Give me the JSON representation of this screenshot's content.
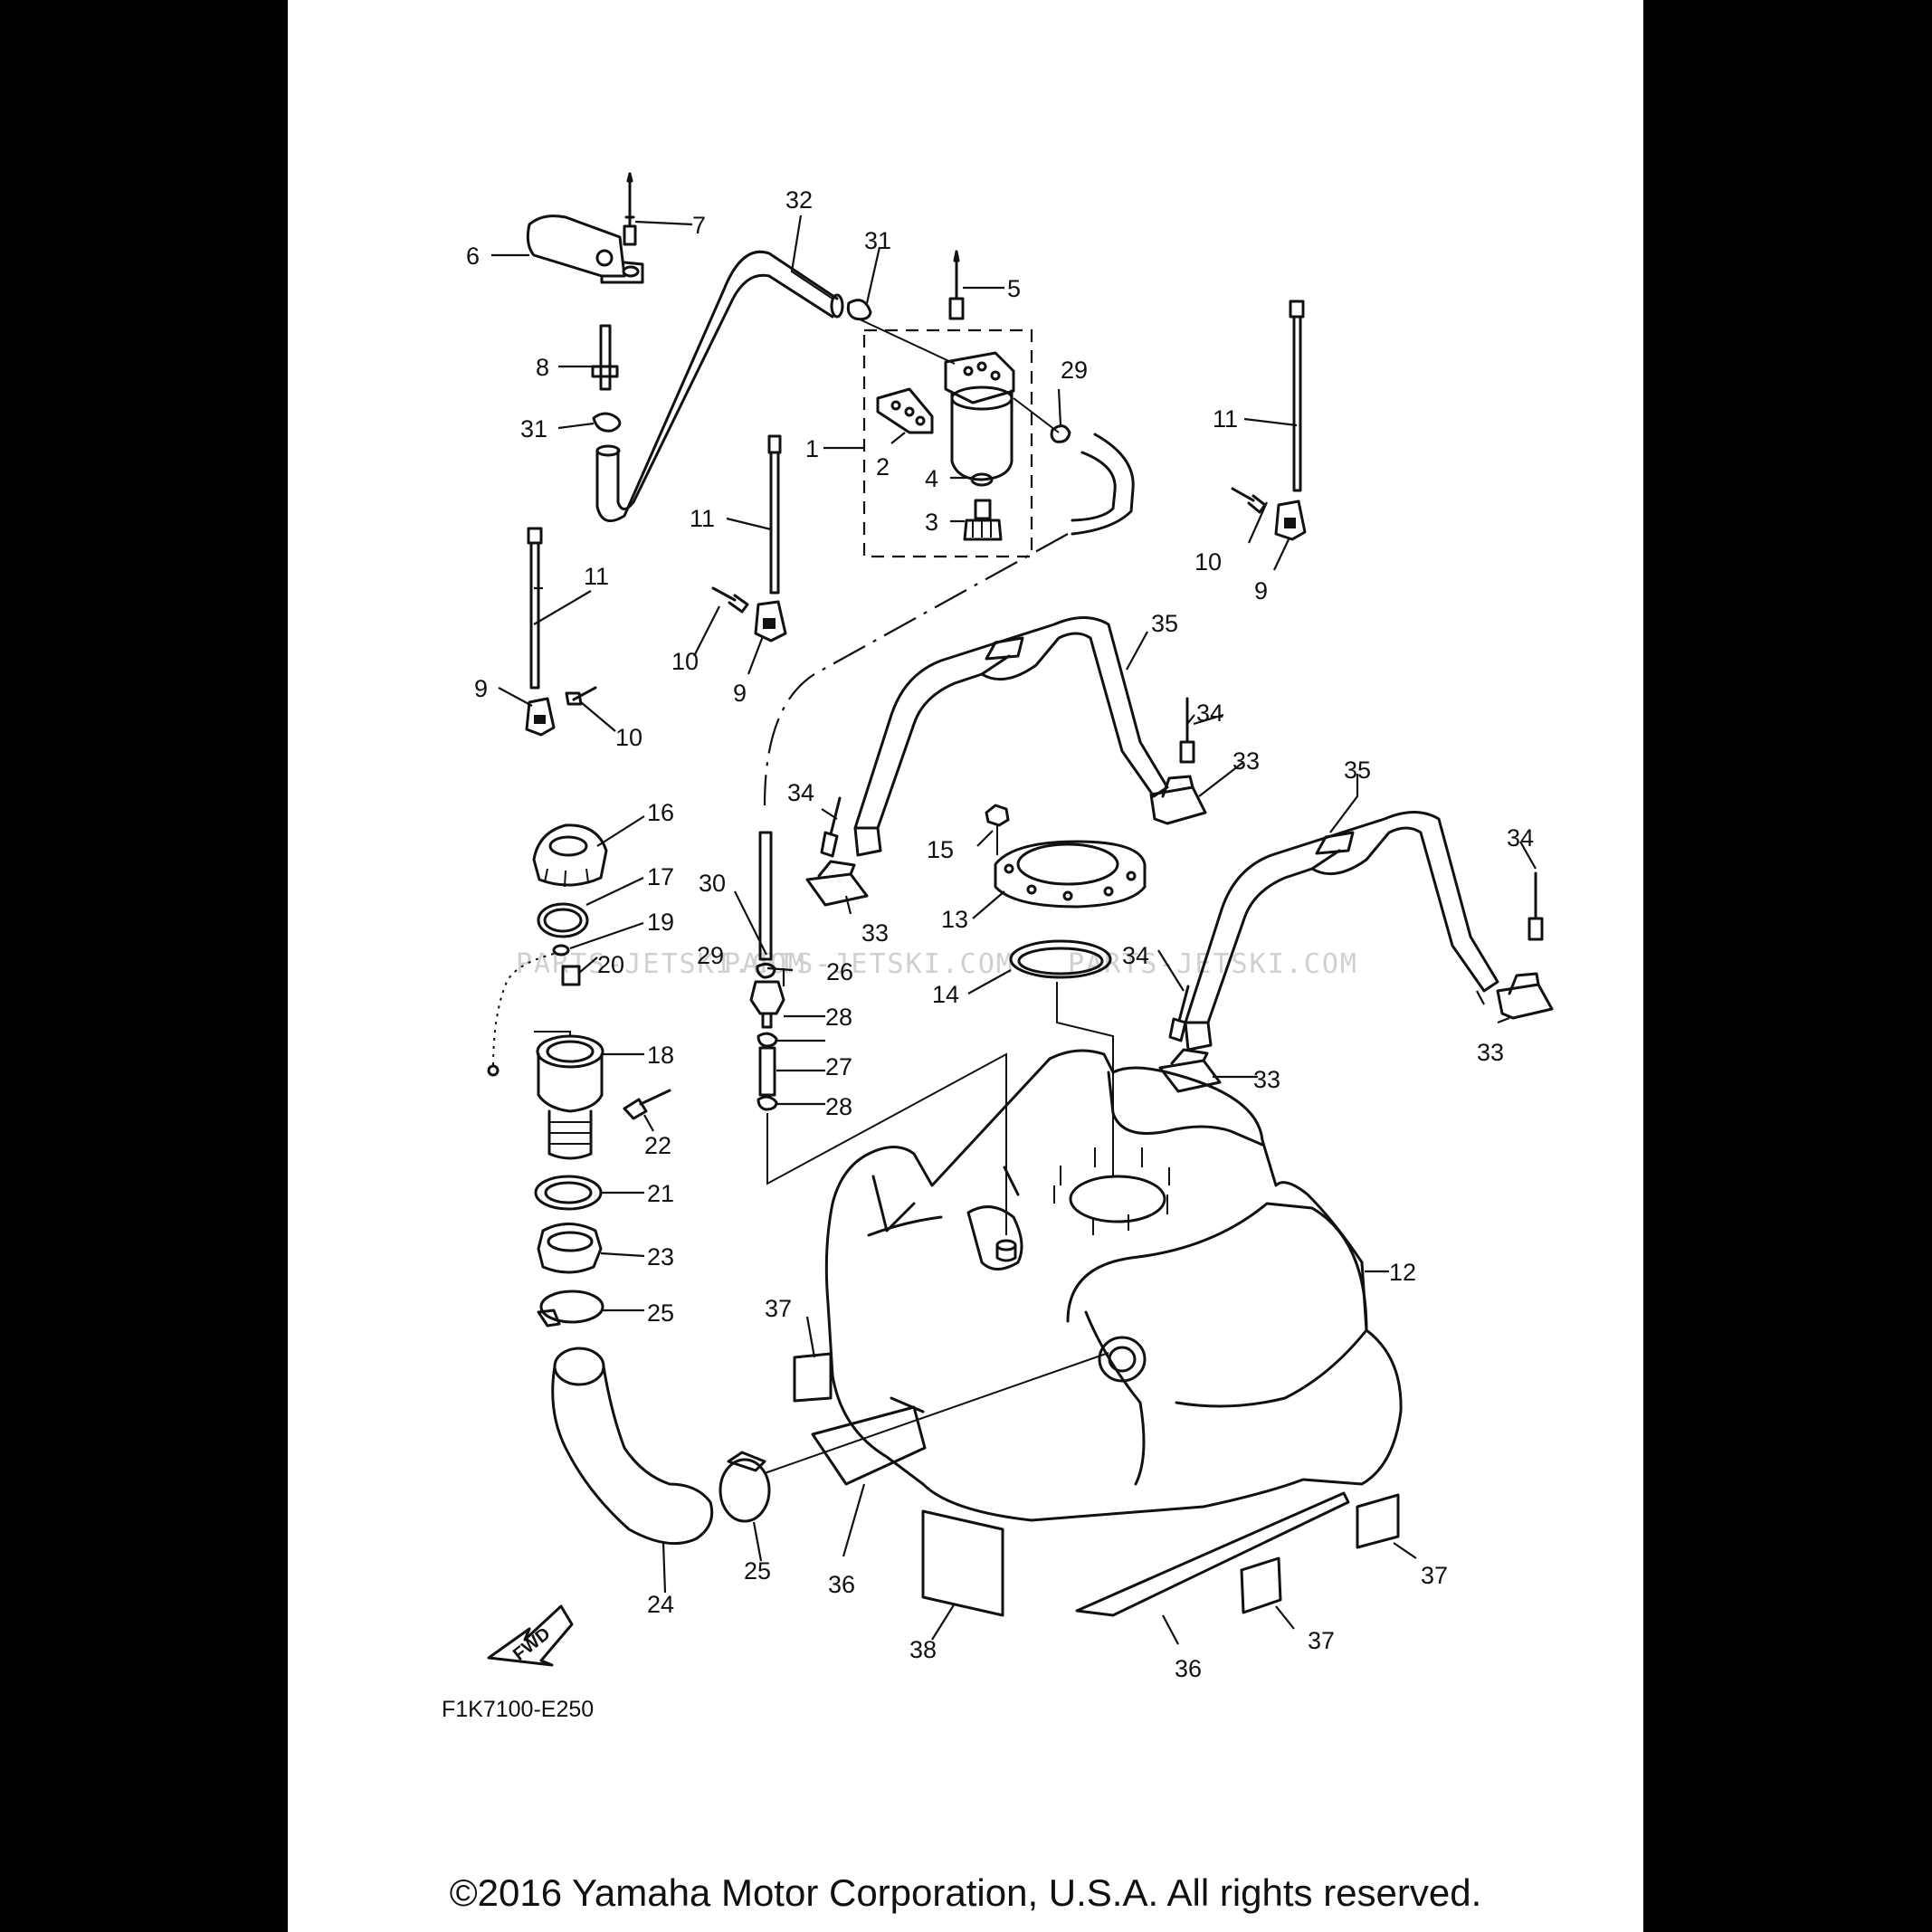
{
  "diagram_code": "F1K7100-E250",
  "fwd_label": "FWD",
  "watermark": "PARTS-JETSKI.COM",
  "copyright": "©2016 Yamaha Motor Corporation, U.S.A. All rights reserved.",
  "callouts": [
    {
      "id": "c1",
      "label": "1"
    },
    {
      "id": "c2",
      "label": "2"
    },
    {
      "id": "c3",
      "label": "3"
    },
    {
      "id": "c4",
      "label": "4"
    },
    {
      "id": "c5",
      "label": "5"
    },
    {
      "id": "c6",
      "label": "6"
    },
    {
      "id": "c7",
      "label": "7"
    },
    {
      "id": "c8",
      "label": "8"
    },
    {
      "id": "c9a",
      "label": "9"
    },
    {
      "id": "c9b",
      "label": "9"
    },
    {
      "id": "c9c",
      "label": "9"
    },
    {
      "id": "c10a",
      "label": "10"
    },
    {
      "id": "c10b",
      "label": "10"
    },
    {
      "id": "c10c",
      "label": "10"
    },
    {
      "id": "c11a",
      "label": "11"
    },
    {
      "id": "c11b",
      "label": "11"
    },
    {
      "id": "c11c",
      "label": "11"
    },
    {
      "id": "c12",
      "label": "12"
    },
    {
      "id": "c13",
      "label": "13"
    },
    {
      "id": "c14",
      "label": "14"
    },
    {
      "id": "c15",
      "label": "15"
    },
    {
      "id": "c16",
      "label": "16"
    },
    {
      "id": "c17",
      "label": "17"
    },
    {
      "id": "c18",
      "label": "18"
    },
    {
      "id": "c19",
      "label": "19"
    },
    {
      "id": "c20",
      "label": "20"
    },
    {
      "id": "c21",
      "label": "21"
    },
    {
      "id": "c22",
      "label": "22"
    },
    {
      "id": "c23",
      "label": "23"
    },
    {
      "id": "c24",
      "label": "24"
    },
    {
      "id": "c25a",
      "label": "25"
    },
    {
      "id": "c25b",
      "label": "25"
    },
    {
      "id": "c26",
      "label": "26"
    },
    {
      "id": "c27",
      "label": "27"
    },
    {
      "id": "c28a",
      "label": "28"
    },
    {
      "id": "c28b",
      "label": "28"
    },
    {
      "id": "c29a",
      "label": "29"
    },
    {
      "id": "c29b",
      "label": "29"
    },
    {
      "id": "c30",
      "label": "30"
    },
    {
      "id": "c31a",
      "label": "31"
    },
    {
      "id": "c31b",
      "label": "31"
    },
    {
      "id": "c32",
      "label": "32"
    },
    {
      "id": "c33a",
      "label": "33"
    },
    {
      "id": "c33b",
      "label": "33"
    },
    {
      "id": "c33c",
      "label": "33"
    },
    {
      "id": "c33d",
      "label": "33"
    },
    {
      "id": "c34a",
      "label": "34"
    },
    {
      "id": "c34b",
      "label": "34"
    },
    {
      "id": "c34c",
      "label": "34"
    },
    {
      "id": "c34d",
      "label": "34"
    },
    {
      "id": "c35a",
      "label": "35"
    },
    {
      "id": "c35b",
      "label": "35"
    },
    {
      "id": "c36a",
      "label": "36"
    },
    {
      "id": "c36b",
      "label": "36"
    },
    {
      "id": "c37a",
      "label": "37"
    },
    {
      "id": "c37b",
      "label": "37"
    },
    {
      "id": "c37c",
      "label": "37"
    },
    {
      "id": "c38",
      "label": "38"
    }
  ]
}
